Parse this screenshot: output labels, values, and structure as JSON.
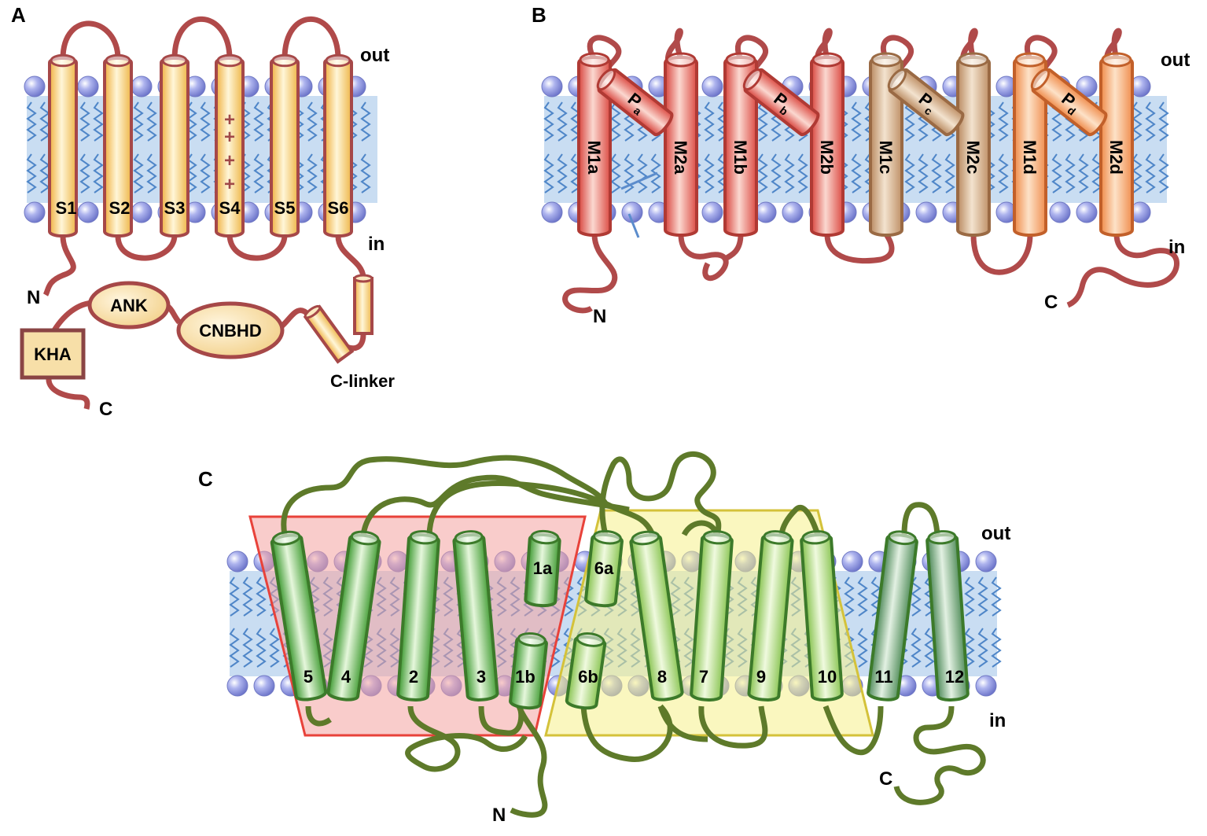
{
  "panels": {
    "a": {
      "letter": "A",
      "out": "out",
      "in": "in",
      "n_term": "N",
      "c_term": "C",
      "helices": [
        "S1",
        "S2",
        "S3",
        "S4",
        "S5",
        "S6"
      ],
      "charge": "+",
      "domains": {
        "ank": "ANK",
        "cnbhd": "CNBHD",
        "kha": "KHA",
        "clinker": "C-linker"
      }
    },
    "b": {
      "letter": "B",
      "out": "out",
      "in": "in",
      "n_term": "N",
      "c_term": "C",
      "helices": [
        "M1a",
        "M2a",
        "M1b",
        "M2b",
        "M1c",
        "M2c",
        "M1d",
        "M2d"
      ],
      "pore": [
        {
          "base": "P",
          "sub": "a"
        },
        {
          "base": "P",
          "sub": "b"
        },
        {
          "base": "P",
          "sub": "c"
        },
        {
          "base": "P",
          "sub": "d"
        }
      ]
    },
    "c": {
      "letter": "C",
      "out": "out",
      "in": "in",
      "n_term": "N",
      "c_term": "C",
      "helices": [
        "5",
        "4",
        "2",
        "3",
        "1a",
        "1b",
        "6a",
        "6b",
        "8",
        "7",
        "9",
        "10",
        "11",
        "12"
      ]
    }
  },
  "colors": {
    "membrane": "#c9ddf2",
    "lipid_head": "#8890d8",
    "lipid_tail": "#4f86c8",
    "loop_a": "#b04a4a",
    "helix_a": "#f6cf6e",
    "helix_b_red": "#e25a50",
    "helix_b_tan": "#c59a72",
    "helix_b_orange": "#f4a064",
    "loop_c": "#5e7a2a",
    "helix_c": "#7cc45a",
    "box_red": "#f4a3a0",
    "box_yellow": "#f6f08a"
  }
}
